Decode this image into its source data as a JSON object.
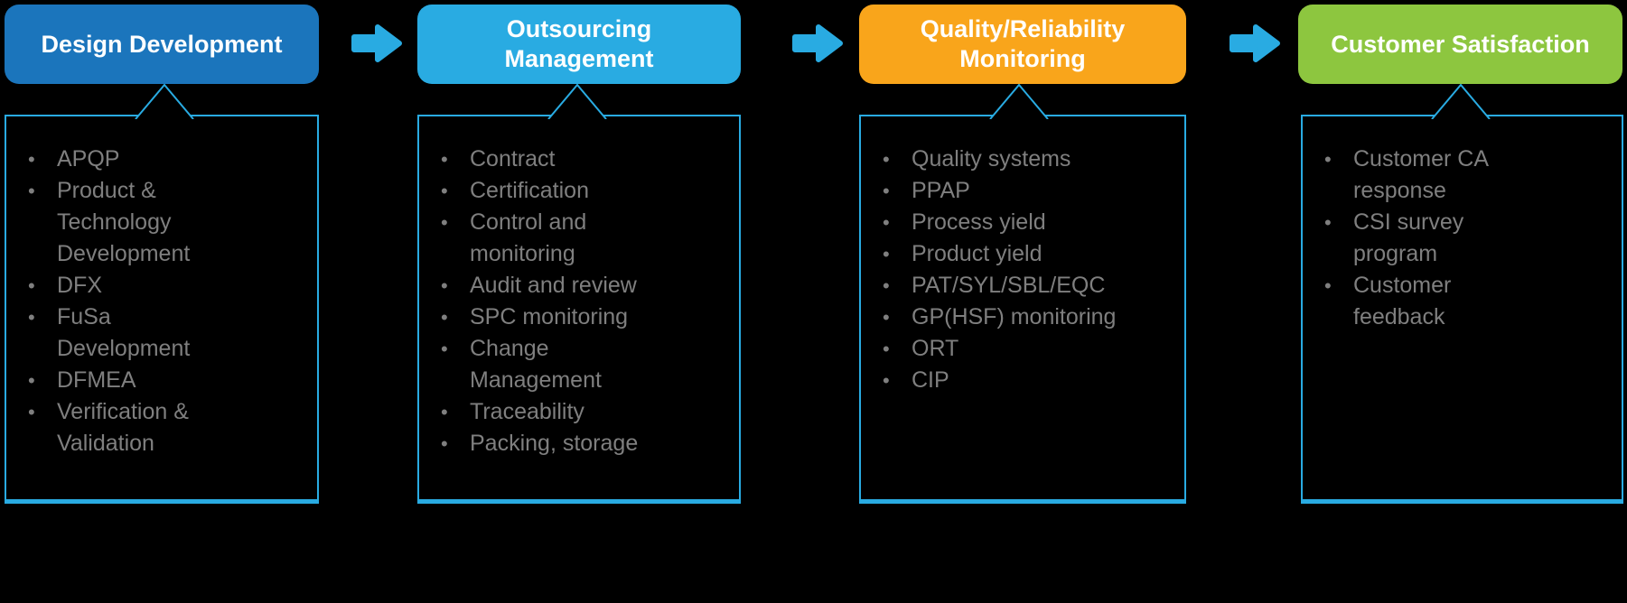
{
  "figure": {
    "background": "#000000",
    "accent": "#29ABE2",
    "header_text_color": "#FFFFFF",
    "list_text_color": "#7F7F7F"
  },
  "stages": [
    {
      "title": "Design Development",
      "color": "#1B75BC",
      "items": [
        "APQP",
        "Product & Technology Development",
        "DFX",
        "FuSa Development",
        "DFMEA",
        "Verification & Validation"
      ]
    },
    {
      "title": "Outsourcing Management",
      "color": "#29ABE2",
      "items": [
        "Contract",
        "Certification",
        "Control and monitoring",
        "Audit and review",
        "SPC monitoring",
        "Change Management",
        "Traceability",
        "Packing, storage"
      ]
    },
    {
      "title": "Quality/Reliability Monitoring",
      "color": "#F9A51B",
      "items": [
        "Quality systems",
        "PPAP",
        "Process yield",
        "Product yield",
        "PAT/SYL/SBL/EQC",
        "GP(HSF) monitoring",
        "ORT",
        "CIP"
      ]
    },
    {
      "title": "Customer Satisfaction",
      "color": "#8DC63F",
      "items": [
        "Customer CA response",
        "CSI survey program",
        "Customer feedback"
      ]
    }
  ]
}
